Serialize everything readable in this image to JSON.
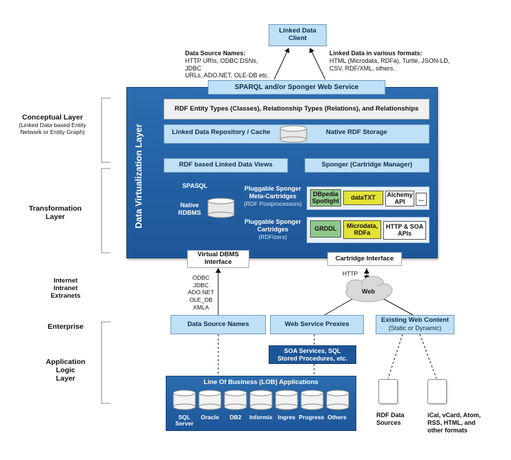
{
  "diagram": {
    "client": {
      "title": "Linked Data",
      "title2": "Client"
    },
    "left_note": {
      "heading": "Data Source Names:",
      "line1": "HTTP URIs, ODBC DSNs, JDBC",
      "line2": "URLs, ADO.NET, OLE-DB etc."
    },
    "right_note": {
      "heading": "Linked Data in various formats:",
      "line1": "HTML (Microdata, RDFa), Turtle, JSON-LD,",
      "line2": "CSV, RDF/XML, others.."
    },
    "sparql": "SPARQL and/or Sponger Web Service",
    "layer_title": "Data Virtualization Layer",
    "entity_types": "RDF Entity Types (Classes), Relationship Types (Relations), and Relationships",
    "repository": "Linked Data Repository / Cache",
    "native_storage": "Native RDF Storage",
    "rdf_views": "RDF based Linked Data Views",
    "sponger": "Sponger (Cartridge Manager)",
    "spasql": "SPASQL",
    "native_rdbms": {
      "line1": "Native",
      "line2": "RDBMS"
    },
    "meta_cartridges": {
      "line1": "Pluggable Sponger",
      "line2": "Meta-Cartridges",
      "sub": "(RDF Postprocessors)"
    },
    "cartridges": {
      "line1": "Pluggable Sponger",
      "line2": "Cartridges",
      "sub": "(RDFizers)"
    },
    "meta_chips": {
      "dbpedia1": "DBpedia",
      "dbpedia2": "Spotlight",
      "datatxt": "dataTXT",
      "alchemy1": "Alchemy",
      "alchemy2": "API",
      "more": "..."
    },
    "cart_chips": {
      "grddl": "GRDDL",
      "micro1": "Microdata,",
      "micro2": "RDFa",
      "http1": "HTTP & SOA",
      "http2": "APIs"
    },
    "vdbms": {
      "line1": "Virtual DBMS",
      "line2": "Interface"
    },
    "cartridge_interface": "Cartridge Interface",
    "http_label": "HTTP",
    "web": "Web",
    "protocols": [
      "ODBC",
      "JDBC",
      "ADO.NET",
      "OLE_DB",
      "XMLA"
    ],
    "dsn": "Data Source Names",
    "ws_proxies": "Web Service Proxies",
    "existing_web": {
      "title": "Existing Web Content",
      "sub": "(Static or Dynamic)"
    },
    "soa": {
      "line1": "SOA Services, SQL",
      "line2": "Stored Procedures, etc."
    },
    "lob_title": "Line Of Business (LOB) Applications",
    "lob_dbs": [
      {
        "line1": "SQL",
        "line2": "Server"
      },
      {
        "line1": "Oracle",
        "line2": ""
      },
      {
        "line1": "DB2",
        "line2": ""
      },
      {
        "line1": "Informix",
        "line2": ""
      },
      {
        "line1": "Ingres",
        "line2": ""
      },
      {
        "line1": "Progress",
        "line2": ""
      },
      {
        "line1": "Others",
        "line2": ""
      }
    ],
    "rdf_sources": {
      "line1": "RDF Data",
      "line2": "Sources"
    },
    "formats": {
      "line1": "iCal, vCard, Atom,",
      "line2": "RSS, HTML, and",
      "line3": "other formats"
    }
  },
  "layers": {
    "conceptual": {
      "title": "Conceptual Layer",
      "sub1": "(Linked Data based Entity",
      "sub2": "Network or Entity Graph)"
    },
    "transformation": {
      "line1": "Transformation",
      "line2": "Layer"
    },
    "network": {
      "line1": "Internet",
      "line2": "Intranet",
      "line3": "Extranets"
    },
    "enterprise": "Enterprise",
    "app_logic": {
      "line1": "Application",
      "line2": "Logic",
      "line3": "Layer"
    }
  },
  "colors": {
    "layer_blue": "#1d5698",
    "light_blue": "#bfe0f6",
    "chip_green": "#8fc98a",
    "chip_yellow": "#e4e234"
  }
}
